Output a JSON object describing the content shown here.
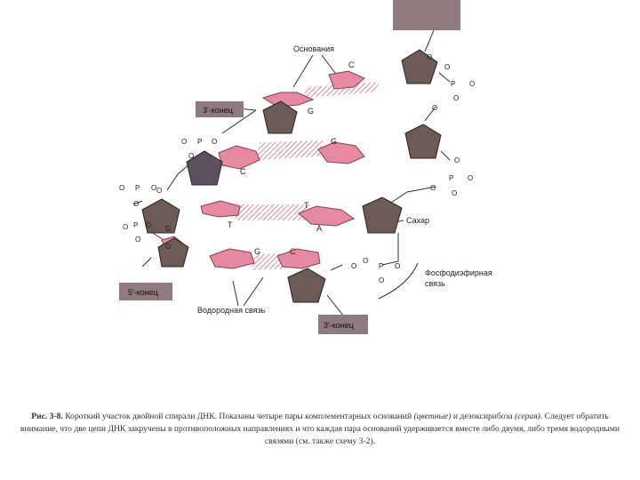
{
  "figure": {
    "labels": {
      "bases": "Основания",
      "three_end_top": "3'-конец",
      "five_end": "5'-конец",
      "three_end_bottom": "3'-конец",
      "sugar": "Сахар",
      "phosphodiester_line1": "Фосфодиэфирная",
      "phosphodiester_line2": "связь",
      "hydrogen_bond": "Водородная связь"
    },
    "base_letters": {
      "pair1_top": "C",
      "pair1_bottom": "G",
      "pair2_top": "G",
      "pair2_bottom": "C",
      "pair3_left": "T",
      "pair3_right": "T",
      "pair3_a": "A",
      "pair4_top": "G",
      "pair4_bottom": "C",
      "g_left": "G"
    },
    "phosphate_letters": {
      "p": "P",
      "o": "O"
    },
    "colors": {
      "base": "#e58aa0",
      "sugar": "#6b5a55",
      "sugar_dark": "#5d4e60",
      "label_box": "#8e7a7f",
      "hydrogen_bond": "#d07087"
    }
  },
  "caption": {
    "label": "Рис. 3-8.",
    "text_1": "Короткий участок двойной спирали ДНК. Показаны четыре пары комплементарных оснований",
    "colored_note": "(цветные)",
    "text_2": "и дезоксирибоза",
    "gray_note": "(серая).",
    "text_3": "Следует обратить внимание, что две цепи ДНК закручены в противоположных направлениях и что каждая пара оснований удерживается вместе либо двумя, либо тремя водородными связями (см. также схему 3-2)."
  }
}
